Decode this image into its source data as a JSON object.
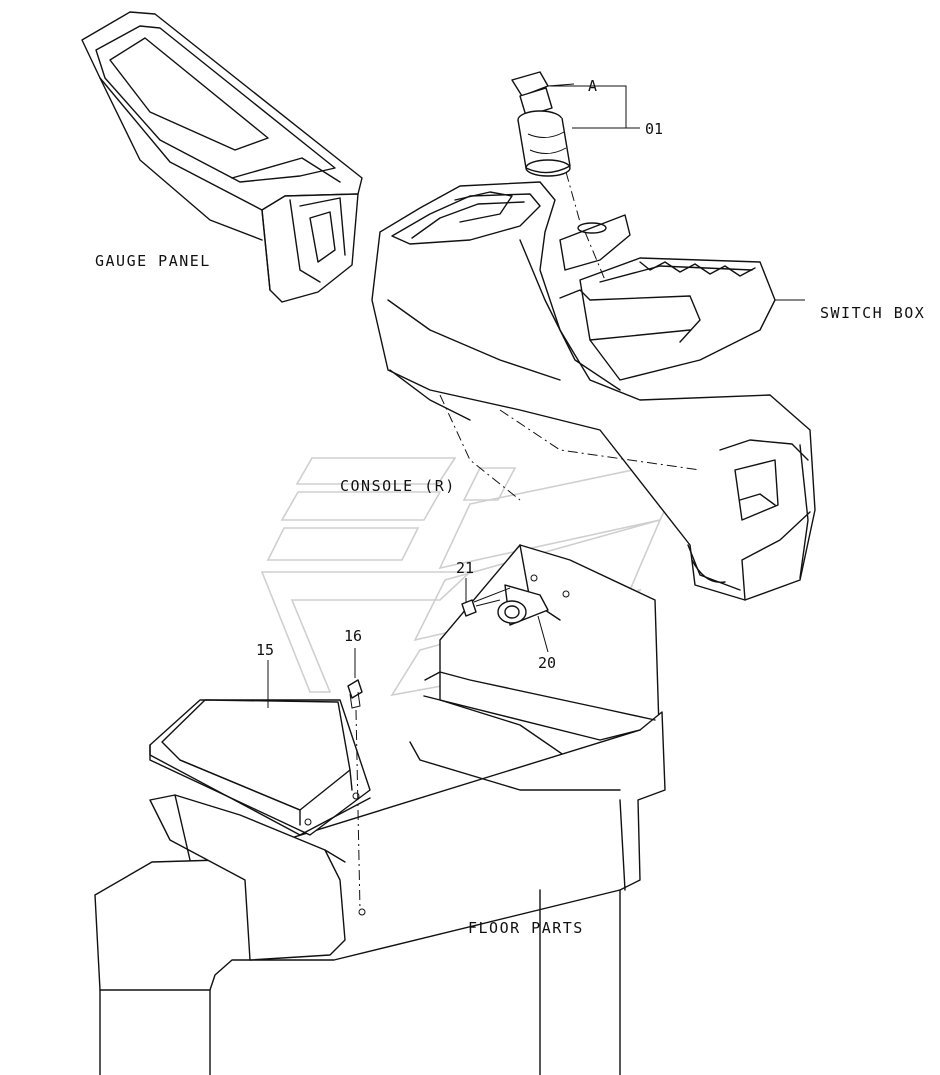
{
  "labels": {
    "gauge_panel": "GAUGE PANEL",
    "switch_box": "SWITCH BOX",
    "console_r": "CONSOLE (R)",
    "floor_parts": "FLOOR PARTS"
  },
  "callouts": {
    "a": "A",
    "p01": "01",
    "p15": "15",
    "p16": "16",
    "p20": "20",
    "p21": "21"
  }
}
